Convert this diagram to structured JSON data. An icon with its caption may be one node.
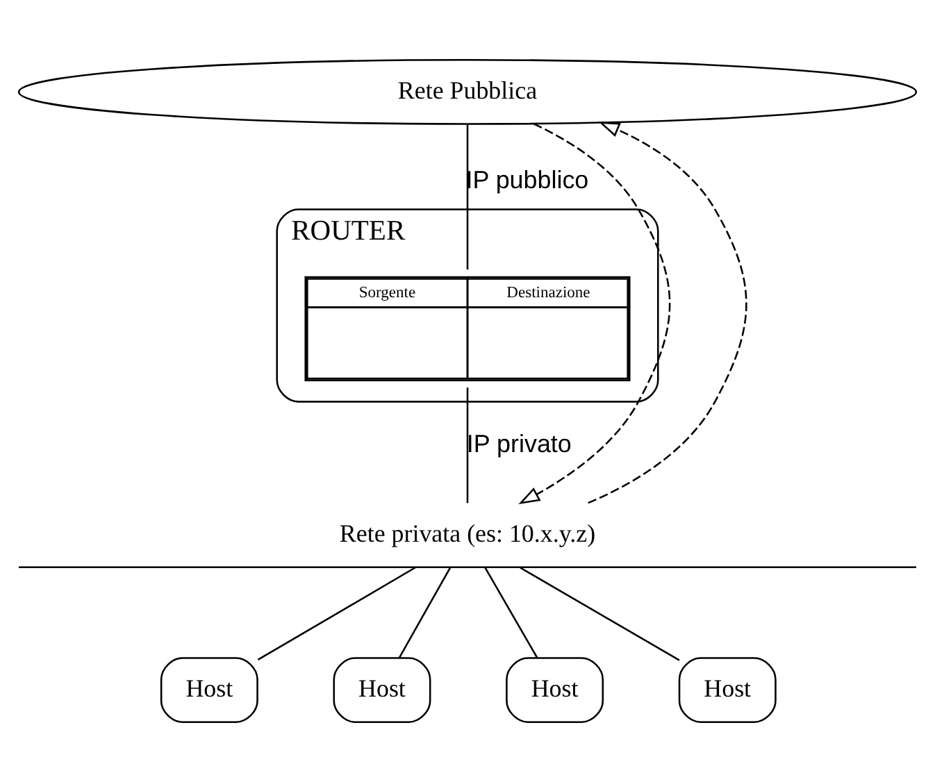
{
  "diagram": {
    "nodes": [
      {
        "text": [
          "Rete Pubblica"
        ]
      },
      {
        "text": [
          "ROUTER"
        ]
      },
      {
        "text": [
          "Sorgente",
          "Destinazione"
        ],
        "in": 1
      },
      {
        "text": [
          "Rete privata (es: 10.x.y.z)"
        ]
      },
      {
        "text": [
          "Host"
        ]
      },
      {
        "text": [
          "Host"
        ]
      },
      {
        "text": [
          "Host"
        ]
      },
      {
        "text": [
          "Host"
        ]
      }
    ],
    "edges": [
      {
        "from": 0,
        "to": 2,
        "arrow": "none",
        "label": "IP pubblico"
      },
      {
        "from": 2,
        "to": 3,
        "arrow": "none",
        "label": "IP privato"
      },
      {
        "from": 3,
        "to": 4,
        "arrow": "none"
      },
      {
        "from": 3,
        "to": 5,
        "arrow": "none"
      },
      {
        "from": 3,
        "to": 6,
        "arrow": "none"
      },
      {
        "from": 3,
        "to": 7,
        "arrow": "none"
      },
      {
        "from": 3,
        "to": 0,
        "arrow": "to",
        "style": "dashed"
      },
      {
        "from": 0,
        "to": 3,
        "arrow": "to",
        "style": "dashed"
      }
    ]
  }
}
